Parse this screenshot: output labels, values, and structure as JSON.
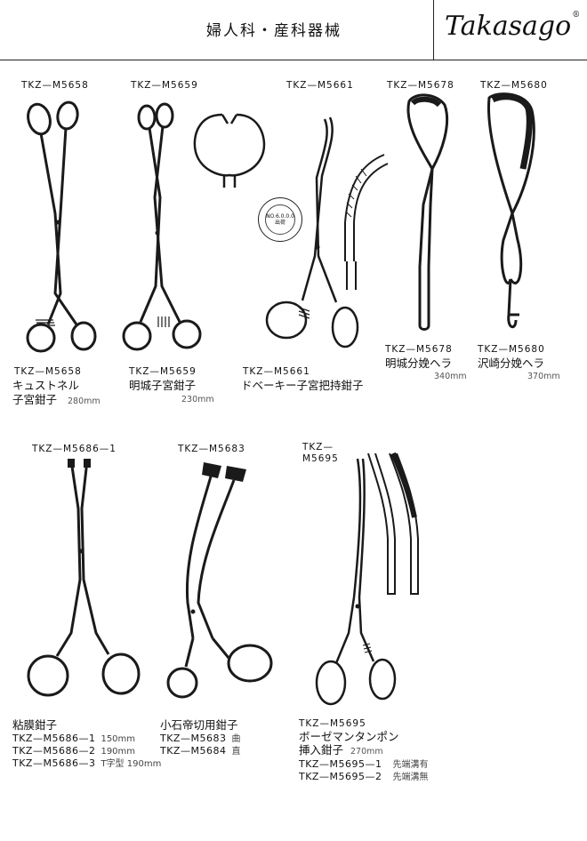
{
  "header": {
    "title": "婦人科・産科器械",
    "brand": "Takasago",
    "brand_mark": "®"
  },
  "stamp": {
    "text": "NO.6.0.0.0",
    "subtext": "出荷"
  },
  "products": {
    "m5658": {
      "top_code": "TKZ—M5658",
      "code": "TKZ—M5658",
      "name1": "キュストネル",
      "name2": "子宮鉗子",
      "size": "280mm"
    },
    "m5659": {
      "top_code": "TKZ—M5659",
      "code": "TKZ—M5659",
      "name": "明城子宮鉗子",
      "size": "230mm"
    },
    "m5661": {
      "top_code": "TKZ—M5661",
      "code": "TKZ—M5661",
      "name": "ドベーキー子宮把持鉗子"
    },
    "m5678": {
      "top_code": "TKZ—M5678",
      "code": "TKZ—M5678",
      "name": "明城分娩ヘラ",
      "size": "340mm"
    },
    "m5680": {
      "top_code": "TKZ—M5680",
      "code": "TKZ—M5680",
      "name": "沢崎分娩ヘラ",
      "size": "370mm"
    },
    "m5686": {
      "top_code": "TKZ—M5686—1",
      "name": "粘膜鉗子",
      "rows": [
        {
          "code": "TKZ—M5686—1",
          "extra": "150mm"
        },
        {
          "code": "TKZ—M5686—2",
          "extra": "190mm"
        },
        {
          "code": "TKZ—M5686—3",
          "extra": "T字型 190mm"
        }
      ]
    },
    "m5683": {
      "top_code": "TKZ—M5683",
      "name": "小石帝切用鉗子",
      "rows": [
        {
          "code": "TKZ—M5683",
          "extra": "曲"
        },
        {
          "code": "TKZ—M5684",
          "extra": "直"
        }
      ]
    },
    "m5695": {
      "top_code_1": "TKZ—",
      "top_code_2": "M5695",
      "code": "TKZ—M5695",
      "name1": "ボーゼマンタンポン",
      "name2": "挿入鉗子",
      "size": "270mm",
      "rows": [
        {
          "code": "TKZ—M5695—1",
          "extra": "先端溝有"
        },
        {
          "code": "TKZ—M5695—2",
          "extra": "先端溝無"
        }
      ]
    }
  }
}
